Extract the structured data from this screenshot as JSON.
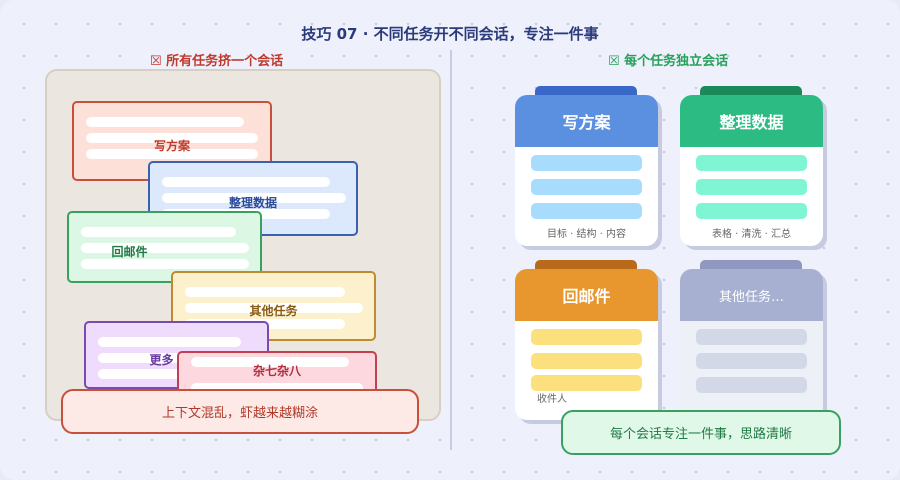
{
  "title": "技巧 07 · 不同任务开不同会话，专注一件事",
  "left": {
    "header": "☒ 所有任务挤一个会话",
    "cards": [
      "写方案",
      "整理数据",
      "回邮件",
      "其他任务",
      "更多",
      "杂七杂八"
    ],
    "callout": "上下文混乱，虾越来越糊涂"
  },
  "right": {
    "header": "☒ 每个任务独立会话",
    "cards": [
      {
        "title": "写方案",
        "footer": "目标 · 结构 · 内容",
        "color": "#5b90e0"
      },
      {
        "title": "整理数据",
        "footer": "表格 · 清洗 · 汇总",
        "color": "#2dbb84"
      },
      {
        "title": "回邮件",
        "footer": "收件人",
        "color": "#e8962e"
      },
      {
        "title": "其他任务…",
        "footer": "",
        "color": "#a7b0d0"
      }
    ],
    "callout": "每个会话专注一件事，思路清晰"
  }
}
